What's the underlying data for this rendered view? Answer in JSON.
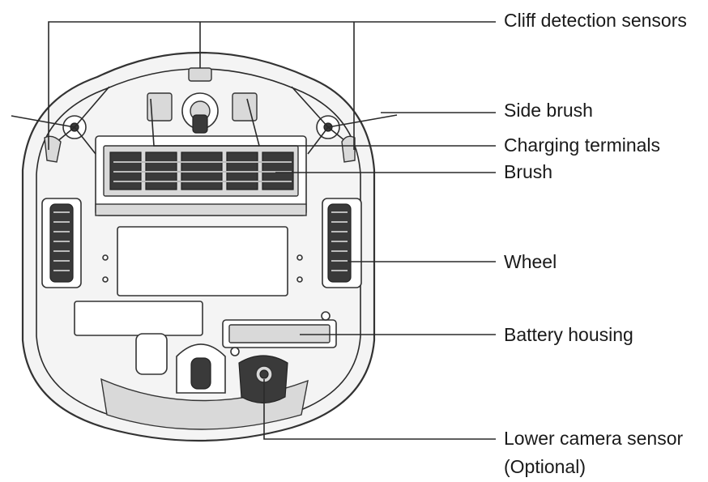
{
  "labels": {
    "cliff_sensors": "Cliff detection sensors",
    "side_brush": "Side brush",
    "charging_terminals": "Charging terminals",
    "brush": "Brush",
    "wheel": "Wheel",
    "battery_housing": "Battery housing",
    "lower_camera_line1": "Lower camera sensor",
    "lower_camera_line2": "(Optional)"
  }
}
